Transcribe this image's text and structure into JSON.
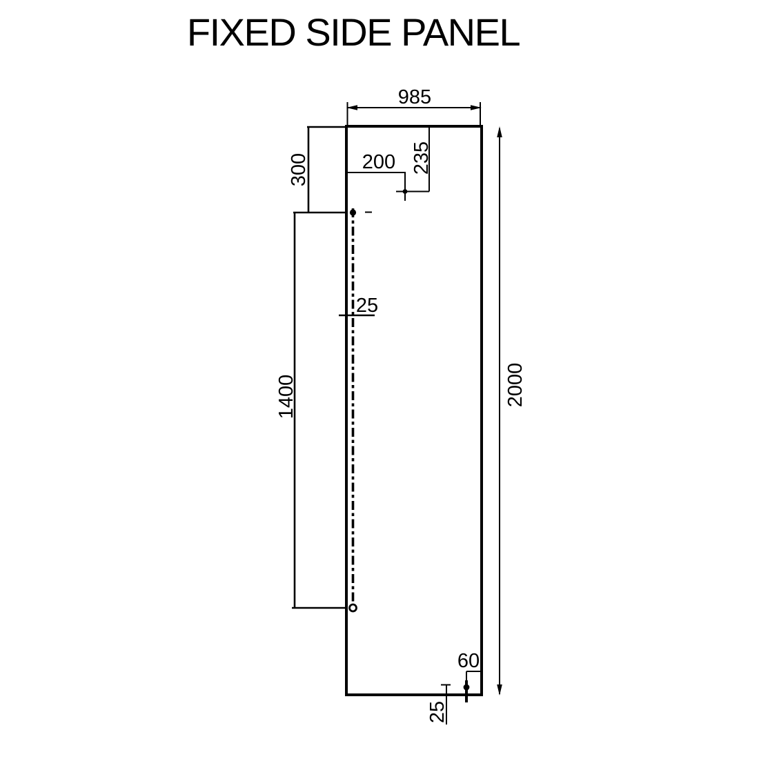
{
  "title": "FIXED SIDE PANEL",
  "colors": {
    "ink": "#000000",
    "background": "#ffffff"
  },
  "dimensions": {
    "panel_width": "985",
    "panel_height": "2000",
    "top_hole_from_edge": "200",
    "top_hole_from_top": "235",
    "hinge_centerline_from_top": "300",
    "hinge_centerline_length": "1400",
    "centerline_from_edge": "25",
    "bottom_hole_from_right": "60",
    "bottom_hole_from_bottom": "25"
  }
}
